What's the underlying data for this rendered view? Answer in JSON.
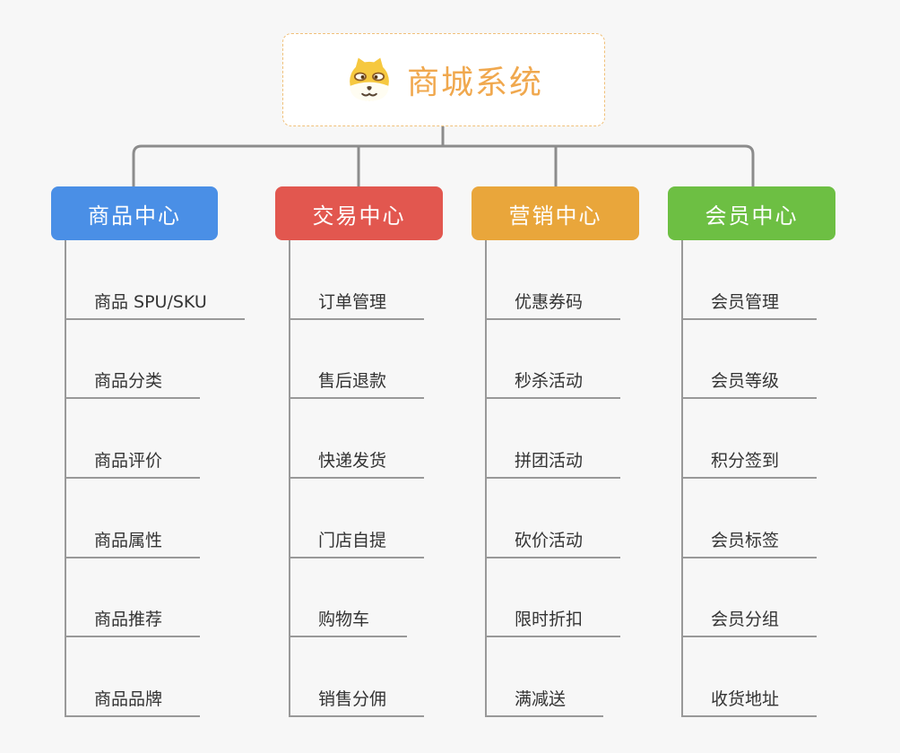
{
  "root": {
    "title": "商城系统",
    "icon": "shiba-dog-icon"
  },
  "branches": [
    {
      "label": "商品中心",
      "color": "#4a8fe6",
      "children": [
        "商品 SPU/SKU",
        "商品分类",
        "商品评价",
        "商品属性",
        "商品推荐",
        "商品品牌"
      ]
    },
    {
      "label": "交易中心",
      "color": "#e2574f",
      "children": [
        "订单管理",
        "售后退款",
        "快递发货",
        "门店自提",
        "购物车",
        "销售分佣"
      ]
    },
    {
      "label": "营销中心",
      "color": "#e9a63b",
      "children": [
        "优惠券码",
        "秒杀活动",
        "拼团活动",
        "砍价活动",
        "限时折扣",
        "满减送"
      ]
    },
    {
      "label": "会员中心",
      "color": "#6dbf43",
      "children": [
        "会员管理",
        "会员等级",
        "积分签到",
        "会员标签",
        "会员分组",
        "收货地址"
      ]
    }
  ],
  "colors": {
    "background": "#f7f7f7",
    "connector_line": "#8c8c8c",
    "item_line": "#999999",
    "item_text": "#333333",
    "root_title": "#f0a84e",
    "root_border": "#f0c07a"
  }
}
